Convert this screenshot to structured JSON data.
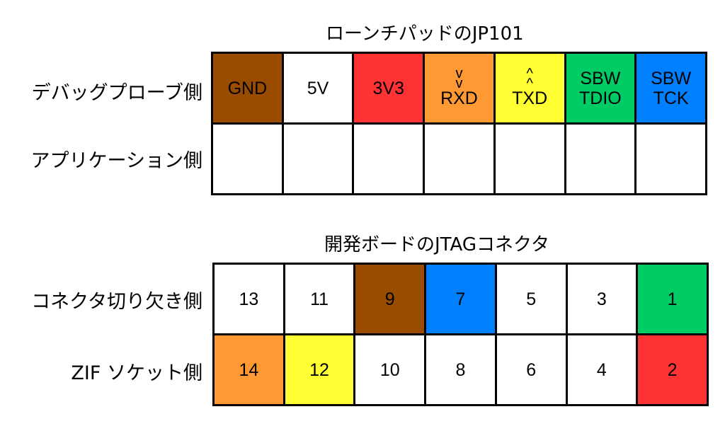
{
  "launchpad": {
    "title": "ローンチパッドのJP101",
    "rows": [
      {
        "label": "デバッグプローブ側"
      },
      {
        "label": "アプリケーション側"
      }
    ],
    "pins": [
      {
        "line1": "",
        "line2": "GND",
        "color": "#994c00",
        "text_color": "#000000"
      },
      {
        "line1": "",
        "line2": "5V",
        "color": "#ffffff",
        "text_color": "#000000"
      },
      {
        "line1": "",
        "line2": "3V3",
        "color": "#ff3333",
        "text_color": "#000000"
      },
      {
        "arrows": "v\nv",
        "line2": "RXD",
        "color": "#ff9933",
        "text_color": "#000000"
      },
      {
        "arrows": "^\n^",
        "line2": "TXD",
        "color": "#ffff33",
        "text_color": "#000000"
      },
      {
        "line1": "SBW",
        "line2": "TDIO",
        "color": "#00cc66",
        "text_color": "#000000"
      },
      {
        "line1": "SBW",
        "line2": "TCK",
        "color": "#0080ff",
        "text_color": "#000000"
      }
    ]
  },
  "jtag": {
    "title": "開発ボードのJTAGコネクタ",
    "rows": [
      {
        "label": "コネクタ切り欠き側",
        "cells": [
          {
            "value": "13",
            "color": "#ffffff"
          },
          {
            "value": "11",
            "color": "#ffffff"
          },
          {
            "value": "9",
            "color": "#994c00"
          },
          {
            "value": "7",
            "color": "#0080ff"
          },
          {
            "value": "5",
            "color": "#ffffff"
          },
          {
            "value": "3",
            "color": "#ffffff"
          },
          {
            "value": "1",
            "color": "#00cc66"
          }
        ]
      },
      {
        "label": "ZIF ソケット側",
        "cells": [
          {
            "value": "14",
            "color": "#ff9933"
          },
          {
            "value": "12",
            "color": "#ffff33"
          },
          {
            "value": "10",
            "color": "#ffffff"
          },
          {
            "value": "8",
            "color": "#ffffff"
          },
          {
            "value": "6",
            "color": "#ffffff"
          },
          {
            "value": "4",
            "color": "#ffffff"
          },
          {
            "value": "2",
            "color": "#ff3333"
          }
        ]
      }
    ]
  }
}
